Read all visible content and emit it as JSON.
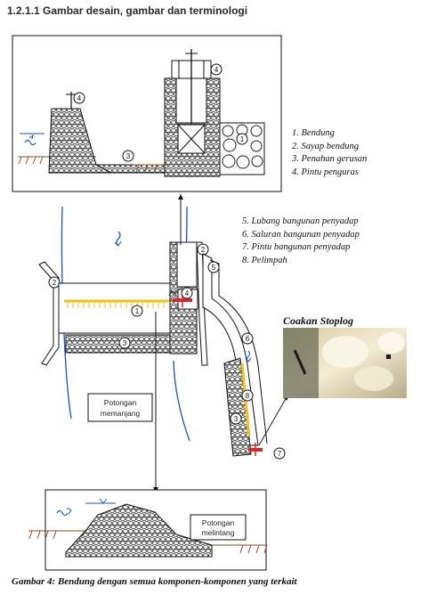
{
  "heading": "1.2.1.1 Gambar desain, gambar dan terminologi",
  "legend_top": [
    "1. Bendung",
    "2. Sayap bendung",
    "3. Penahan gerusan",
    "4. Pintu penguras"
  ],
  "legend_mid": [
    "5. Lubang bangunan penyadap",
    "6. Saluran bangunan penyadap",
    "7. Pintu bangunan penyadap",
    "8. Pelimpah"
  ],
  "photo_title": "Coakan Stoplog",
  "box_longitudinal": [
    "Potongan",
    "memanjang"
  ],
  "box_cross": [
    "Potongan",
    "melintang"
  ],
  "markers": {
    "m1": "1",
    "m2": "2",
    "m3": "3",
    "m4": "4",
    "m5": "5",
    "m6": "6",
    "m7": "7",
    "m8": "8"
  },
  "caption": "Gambar 4: Bendung dengan semua komponen-komponen yang terkait",
  "colors": {
    "water_symbol": "#1f4fb0",
    "gate_red": "#d8262a",
    "spillway_yellow": "#f1c021",
    "outline": "#111111"
  }
}
